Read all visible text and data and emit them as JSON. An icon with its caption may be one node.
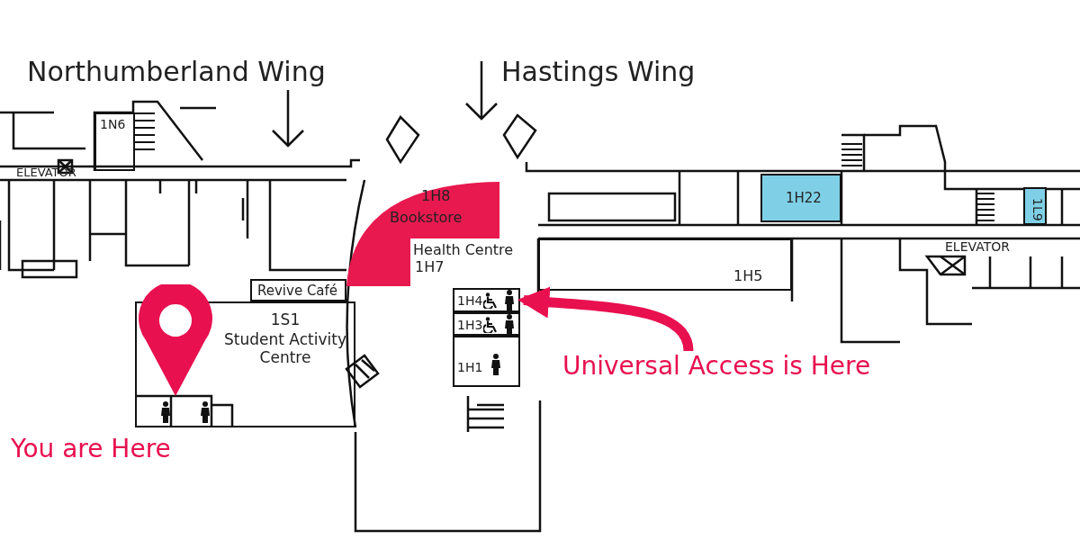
{
  "diagram": {
    "nodes": [
      {
        "text": [
          "1N6"
        ]
      },
      {
        "text": [
          "1H8",
          "Bookstore"
        ]
      },
      {
        "text": [
          "1H22"
        ]
      },
      {
        "text": [
          "1L9"
        ]
      },
      {
        "text": [
          "Health Centre",
          "1H7"
        ]
      },
      {
        "text": [
          "1H5"
        ]
      },
      {
        "text": [
          "Revive Café"
        ]
      },
      {
        "text": [
          "1H4"
        ]
      },
      {
        "text": [
          "1H3"
        ]
      },
      {
        "text": [
          "1S1",
          "Student Activity Centre"
        ]
      },
      {
        "text": [
          "1H1"
        ]
      },
      {
        "text": [
          "Universal Access is Here"
        ]
      }
    ],
    "edges": [
      {
        "from": 11,
        "to": 7,
        "arrow": "to",
        "color": "#e8104f"
      }
    ],
    "labels": [
      "Northumberland Wing",
      "Hastings Wing",
      "ELEVATOR",
      "ELEVATOR",
      "You are Here"
    ]
  }
}
